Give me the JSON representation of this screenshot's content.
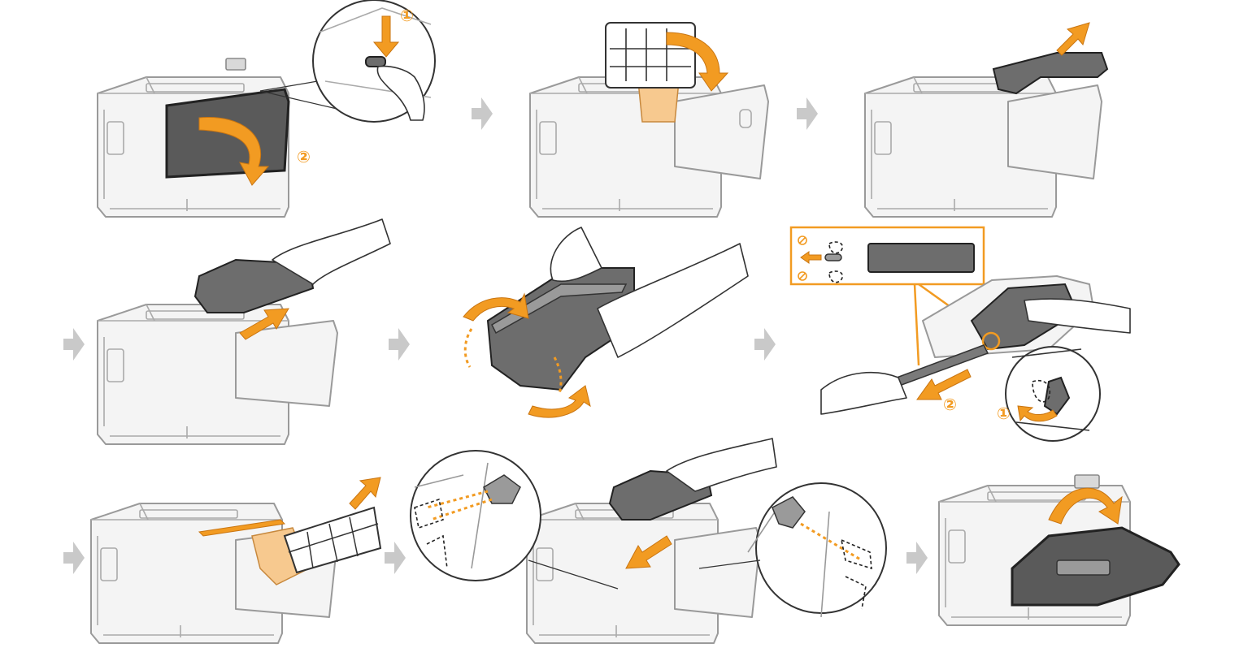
{
  "steps": {
    "step1": {
      "label_1": "①",
      "label_2": "②"
    },
    "step6": {
      "label_1": "①",
      "label_2": "②"
    }
  },
  "colors": {
    "accent": "#f29b22",
    "step_arrow": "#c9c9c9",
    "printer_outline": "#9a9a9a"
  },
  "icons": [
    "step-arrow-icon",
    "prohibited-icon",
    "pull-arrow-icon"
  ]
}
